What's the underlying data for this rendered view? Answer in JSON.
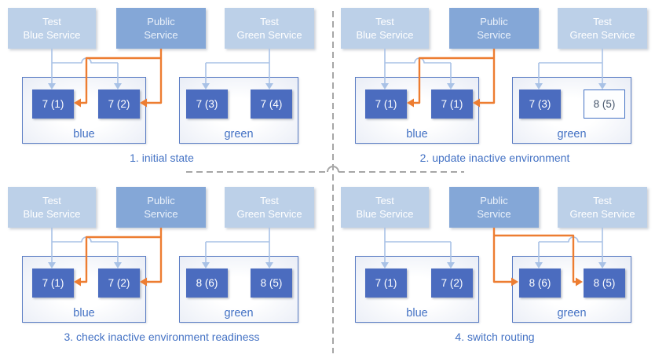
{
  "colors": {
    "accent_blue": "#4472c4",
    "test_service_fill": "#bcd0e8",
    "public_service_fill": "#84a7d7",
    "pod_fill": "#4b6cbf",
    "orange": "#ed7d31",
    "light_arrow": "#a9c2e6",
    "dash_gray": "#a6a6a6"
  },
  "panels": [
    {
      "caption": "1. initial state",
      "services": [
        {
          "kind": "test",
          "lines": [
            "Test",
            "Blue Service"
          ]
        },
        {
          "kind": "public",
          "lines": [
            "Public",
            "Service"
          ]
        },
        {
          "kind": "test",
          "lines": [
            "Test",
            "Green Service"
          ]
        }
      ],
      "environments": [
        {
          "name": "blue",
          "pods": [
            {
              "label": "7 (1)",
              "style": "filled"
            },
            {
              "label": "7 (2)",
              "style": "filled"
            }
          ]
        },
        {
          "name": "green",
          "pods": [
            {
              "label": "7 (3)",
              "style": "filled"
            },
            {
              "label": "7 (4)",
              "style": "filled"
            }
          ]
        }
      ],
      "public_route": "blue"
    },
    {
      "caption": "2. update inactive environment",
      "services": [
        {
          "kind": "test",
          "lines": [
            "Test",
            "Blue Service"
          ]
        },
        {
          "kind": "public",
          "lines": [
            "Public",
            "Service"
          ]
        },
        {
          "kind": "test",
          "lines": [
            "Test",
            "Green Service"
          ]
        }
      ],
      "environments": [
        {
          "name": "blue",
          "pods": [
            {
              "label": "7 (1)",
              "style": "filled"
            },
            {
              "label": "7 (1)",
              "style": "filled"
            }
          ]
        },
        {
          "name": "green",
          "pods": [
            {
              "label": "7 (3)",
              "style": "filled"
            },
            {
              "label": "8 (5)",
              "style": "outlined"
            }
          ]
        }
      ],
      "public_route": "blue"
    },
    {
      "caption": "3. check inactive environment readiness",
      "services": [
        {
          "kind": "test",
          "lines": [
            "Test",
            "Blue Service"
          ]
        },
        {
          "kind": "public",
          "lines": [
            "Public",
            "Service"
          ]
        },
        {
          "kind": "test",
          "lines": [
            "Test",
            "Green Service"
          ]
        }
      ],
      "environments": [
        {
          "name": "blue",
          "pods": [
            {
              "label": "7 (1)",
              "style": "filled"
            },
            {
              "label": "7 (2)",
              "style": "filled"
            }
          ]
        },
        {
          "name": "green",
          "pods": [
            {
              "label": "8 (6)",
              "style": "filled"
            },
            {
              "label": "8 (5)",
              "style": "filled"
            }
          ]
        }
      ],
      "public_route": "blue"
    },
    {
      "caption": "4. switch routing",
      "services": [
        {
          "kind": "test",
          "lines": [
            "Test",
            "Blue Service"
          ]
        },
        {
          "kind": "public",
          "lines": [
            "Public",
            "Service"
          ]
        },
        {
          "kind": "test",
          "lines": [
            "Test",
            "Green Service"
          ]
        }
      ],
      "environments": [
        {
          "name": "blue",
          "pods": [
            {
              "label": "7 (1)",
              "style": "filled"
            },
            {
              "label": "7 (2)",
              "style": "filled"
            }
          ]
        },
        {
          "name": "green",
          "pods": [
            {
              "label": "8 (6)",
              "style": "filled"
            },
            {
              "label": "8 (5)",
              "style": "filled"
            }
          ]
        }
      ],
      "public_route": "green"
    }
  ]
}
